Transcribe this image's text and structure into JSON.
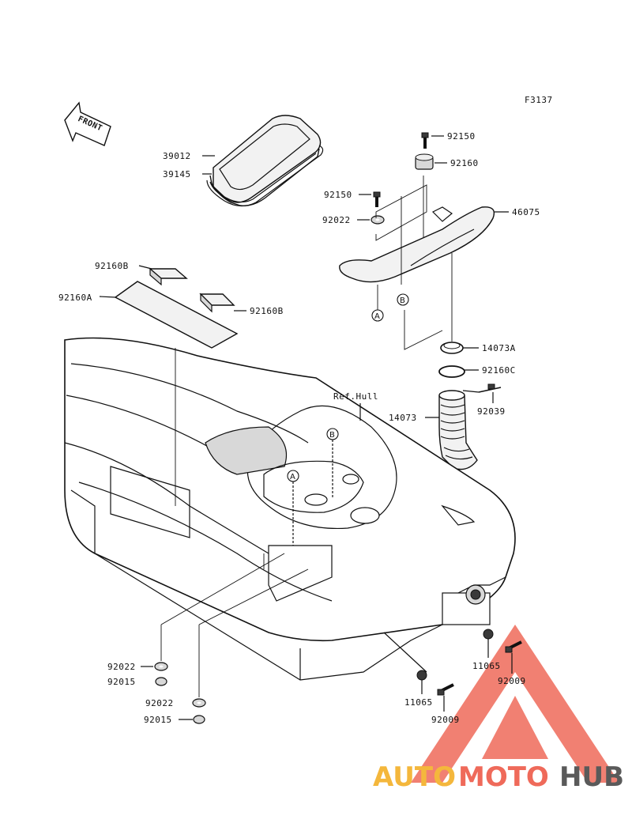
{
  "figure_code": "F3137",
  "front_label": "FRONT",
  "ref_label": "Ref.Hull",
  "callouts": {
    "a": "A",
    "b": "B"
  },
  "labels": {
    "p39012": "39012",
    "p39145": "39145",
    "p92150_top": "92150",
    "p92160_top": "92160",
    "p92150_mid": "92150",
    "p92022_mid": "92022",
    "p46075": "46075",
    "p92160B_top": "92160B",
    "p92160A": "92160A",
    "p92160B_right": "92160B",
    "p14073A": "14073A",
    "p92160C": "92160C",
    "p14073": "14073",
    "p92039": "92039",
    "p92022_left1": "92022",
    "p92015_left1": "92015",
    "p92022_left2": "92022",
    "p92015_left2": "92015",
    "p11065_right": "11065",
    "p92009_right": "92009",
    "p11065_low": "11065",
    "p92009_low": "92009"
  },
  "watermark": {
    "part1": "AUTO",
    "part2": "MOTO",
    "part3": "HUB",
    "color1": "#f4b73c",
    "color2": "#ef6a5a",
    "color3": "#5a5a5a",
    "triangle_color": "#ef6a5a"
  }
}
